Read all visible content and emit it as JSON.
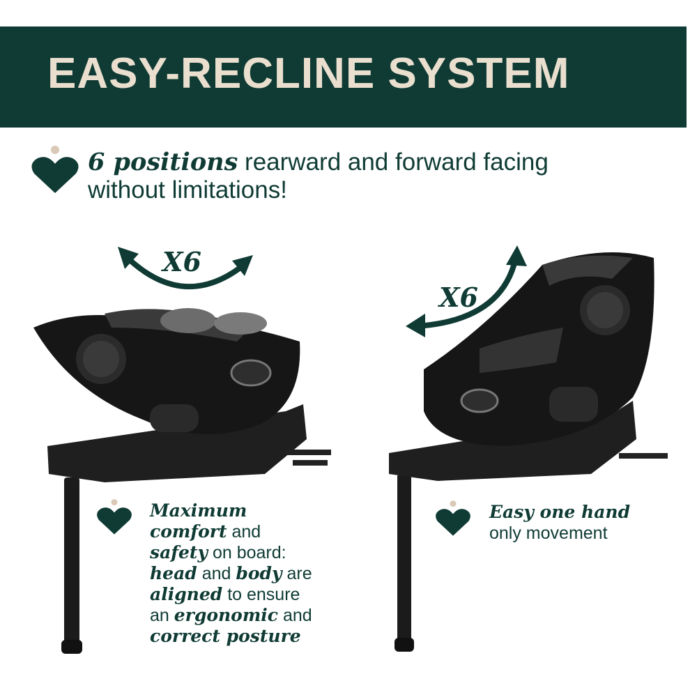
{
  "banner": {
    "title": "EASY-RECLINE SYSTEM",
    "color": "#0f3b34",
    "text_color": "#eadfce"
  },
  "lead": {
    "strong": "6 positions",
    "rest_line1": " rearward and forward facing",
    "rest_line2": "without limitations!"
  },
  "left_panel": {
    "arrow_label": "X6",
    "note": {
      "t1": "Maximum",
      "t2": "comfort",
      "t3": " and",
      "t4": "safety",
      "t5": " on board:",
      "t6": "head",
      "t7": " and ",
      "t8": "body",
      "t9": " are",
      "t10": "aligned",
      "t11": " to ensure",
      "t12": "an ",
      "t13": "ergonomic",
      "t14": " and",
      "t15": "correct posture"
    }
  },
  "right_panel": {
    "arrow_label": "X6",
    "note": {
      "t1": "Easy one hand",
      "t2": "only movement"
    }
  },
  "icons": {
    "bullet": "heart-icon",
    "arrow": "curved-double-arrow-icon",
    "seat": "car-seat-image"
  },
  "colors": {
    "accent": "#0f3b34",
    "dot": "#d9c9b6",
    "seat_dark": "#1b1b1b"
  }
}
